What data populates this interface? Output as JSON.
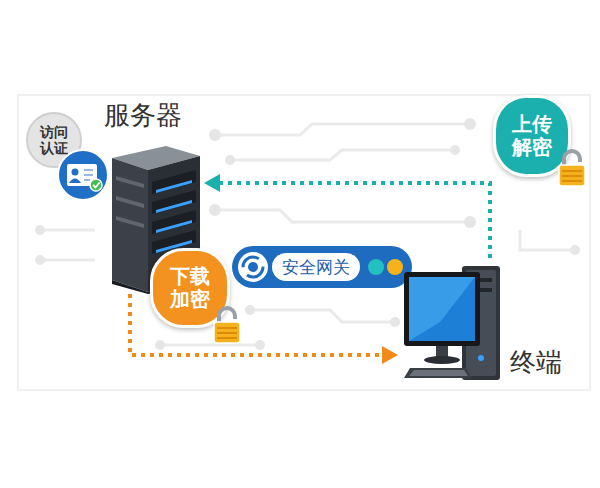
{
  "diagram": {
    "nodes": [
      {
        "text": [
          "服务器"
        ]
      },
      {
        "text": [
          "访问 认证"
        ]
      },
      {
        "text": [
          "上传 解密"
        ]
      },
      {
        "text": [
          "下载 加密"
        ]
      },
      {
        "text": [
          "安全网关"
        ]
      },
      {
        "text": [
          "终端"
        ]
      }
    ],
    "edges": [
      {
        "from": 5,
        "to": 0,
        "arrow": "to"
      },
      {
        "from": 0,
        "to": 5,
        "arrow": "to"
      }
    ]
  }
}
